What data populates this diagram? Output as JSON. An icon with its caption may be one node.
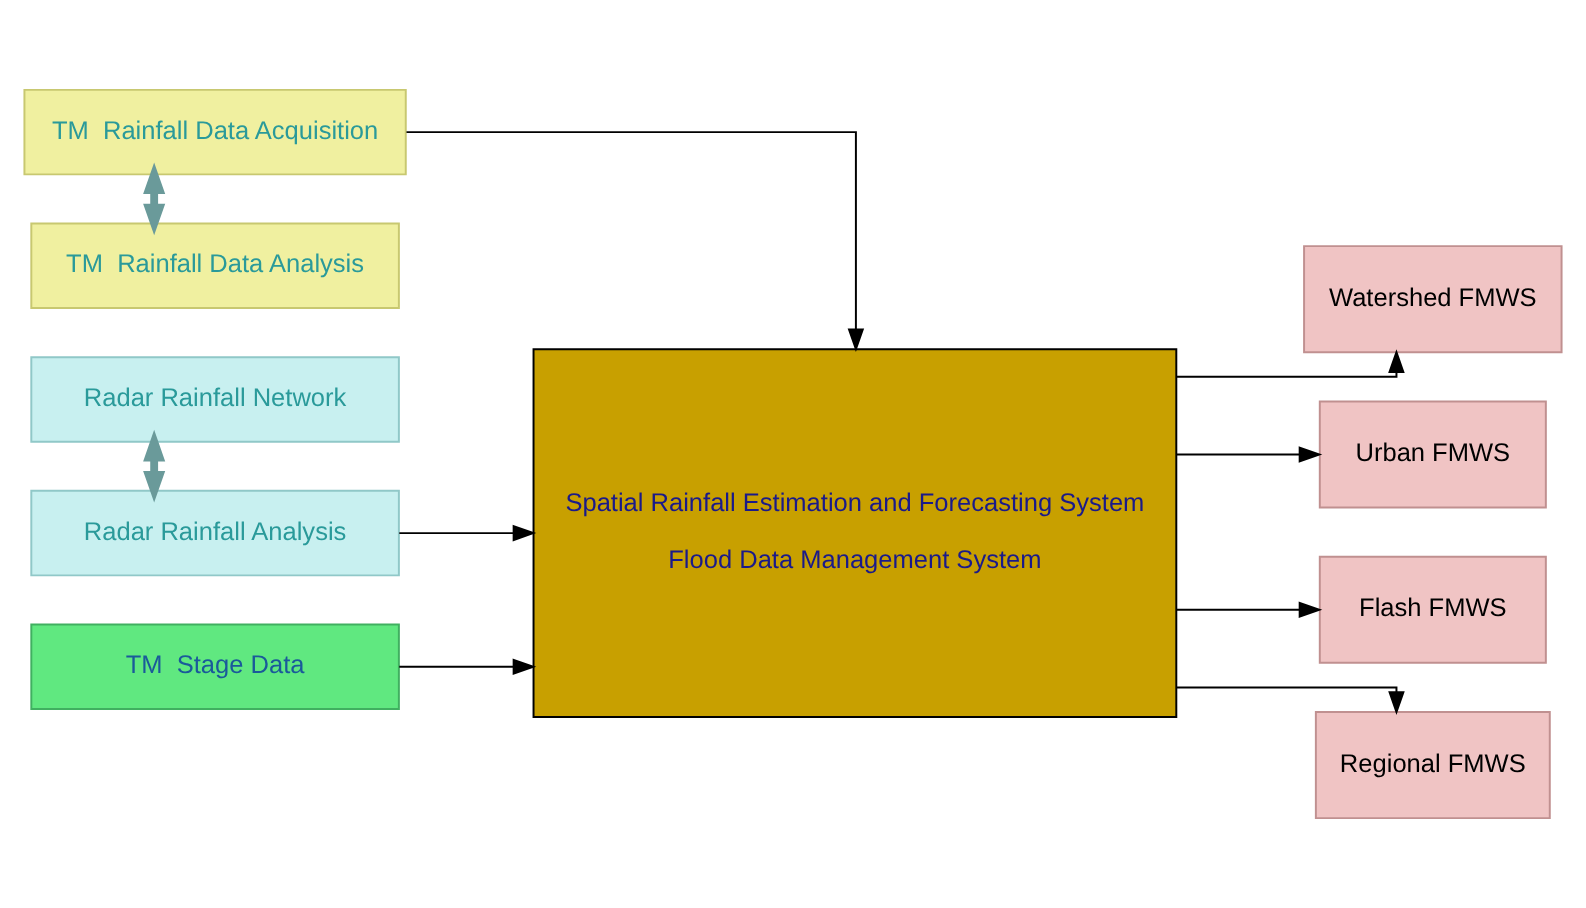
{
  "diagram": {
    "nodes": [
      {
        "text": [
          "TM  Rainfall Data Acquisition"
        ]
      },
      {
        "text": [
          "TM  Rainfall Data Analysis"
        ]
      },
      {
        "text": [
          "Radar Rainfall Network"
        ]
      },
      {
        "text": [
          "Radar Rainfall Analysis"
        ]
      },
      {
        "text": [
          "TM  Stage Data"
        ]
      },
      {
        "text": [
          "Spatial Rainfall Estimation and Forecasting System",
          "Flood Data Management System"
        ]
      },
      {
        "text": [
          "Watershed FMWS"
        ]
      },
      {
        "text": [
          "Urban FMWS"
        ]
      },
      {
        "text": [
          "Flash FMWS"
        ]
      },
      {
        "text": [
          "Regional FMWS"
        ]
      }
    ],
    "edges": [
      {
        "from": 0,
        "to": 1,
        "arrow": "both",
        "style": "thick",
        "color": "#6a9a9a"
      },
      {
        "from": 2,
        "to": 3,
        "arrow": "both",
        "style": "thick",
        "color": "#6a9a9a"
      },
      {
        "from": 0,
        "to": 5,
        "arrow": "to"
      },
      {
        "from": 3,
        "to": 5,
        "arrow": "to"
      },
      {
        "from": 4,
        "to": 5,
        "arrow": "to"
      },
      {
        "from": 5,
        "to": 6,
        "arrow": "to"
      },
      {
        "from": 5,
        "to": 7,
        "arrow": "to"
      },
      {
        "from": 5,
        "to": 8,
        "arrow": "to"
      },
      {
        "from": 5,
        "to": 9,
        "arrow": "to"
      }
    ]
  }
}
